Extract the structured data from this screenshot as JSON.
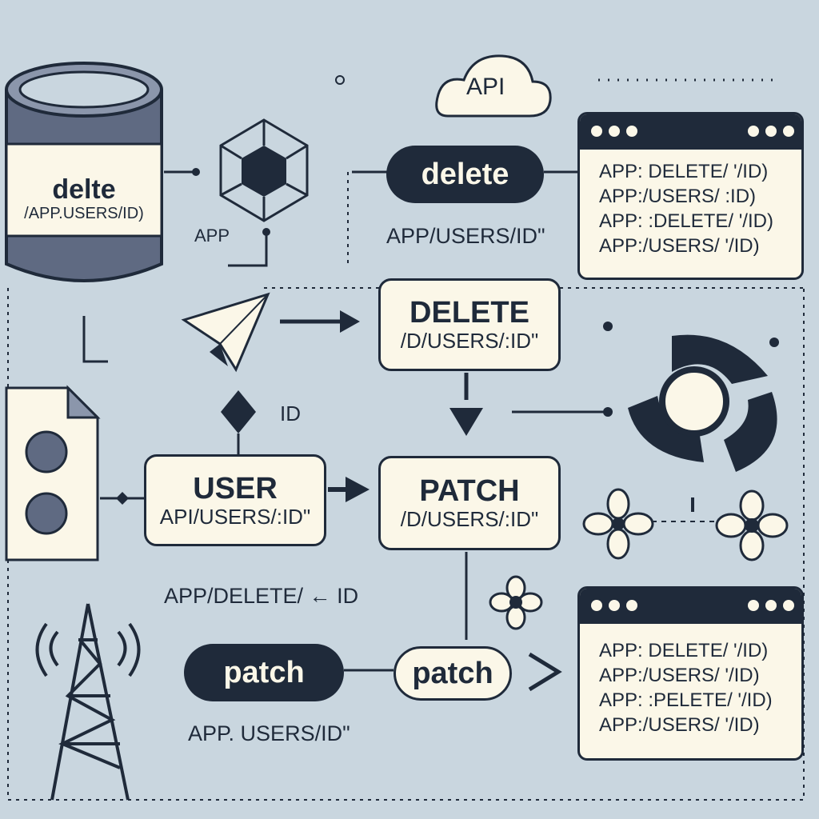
{
  "cloud": {
    "label": "API"
  },
  "cylinder": {
    "title": "delte",
    "path": "/APP.USERS/ID)"
  },
  "labels": {
    "app": "APP",
    "app_users_id": "APP/USERS/ID\"",
    "id": "ID",
    "app_delete_id": "APP/DELETE/ ← ID",
    "app_users_id_bottom": "APP. USERS/ID\""
  },
  "pills": {
    "delete": "delete",
    "patch_dark": "patch",
    "patch_light": "patch"
  },
  "boxes": {
    "delete_box": {
      "title": "DELETE",
      "path": "/D/USERS/:ID\""
    },
    "user_box": {
      "title": "USER",
      "path": "API/USERS/:ID\""
    },
    "patch_box": {
      "title": "PATCH",
      "path": "/D/USERS/:ID\""
    }
  },
  "windows": {
    "top": [
      "APP: DELETE/ '/ID)",
      "APP:/USERS/ :ID)",
      "APP: :DELETE/ '/ID)",
      "APP:/USERS/ '/ID)"
    ],
    "bottom": [
      "APP: DELETE/ '/ID)",
      "APP:/USERS/ '/ID)",
      "APP: :PELETE/ '/ID)",
      "APP:/USERS/ '/ID)"
    ]
  },
  "colors": {
    "background": "#c9d6df",
    "ink": "#1f2a3a",
    "paper": "#fbf7e8",
    "cylinder": "#5f6a82"
  },
  "icons": [
    "database-cylinder-icon",
    "cloud-icon",
    "hexagon-cube-icon",
    "paper-plane-icon",
    "document-icon",
    "recycle-icon",
    "flower-icon",
    "radio-tower-icon",
    "arrow-icon"
  ]
}
